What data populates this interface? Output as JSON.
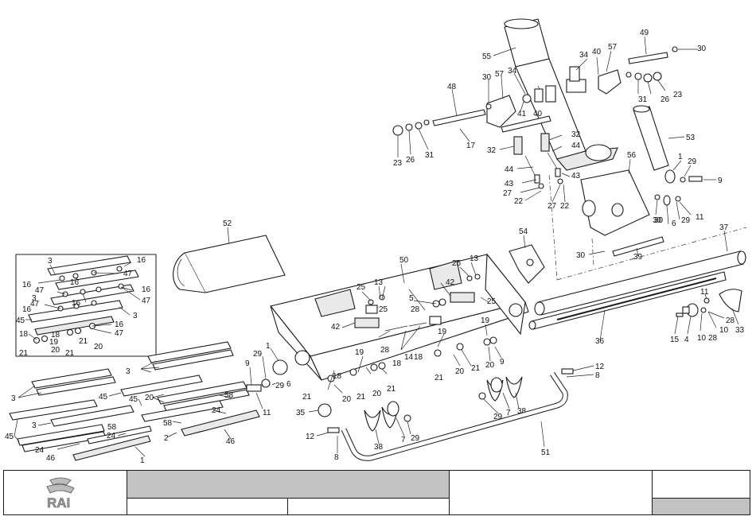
{
  "callouts": {
    "c55": "55",
    "c49": "49",
    "c30a": "30",
    "c57a": "57",
    "c40a": "40",
    "c34a": "34",
    "c30b": "30",
    "c57b": "57",
    "c34b": "34",
    "c41": "41",
    "c40b": "40",
    "c31a": "31",
    "c26a": "26",
    "c23a": "23",
    "c48": "48",
    "c17": "17",
    "c23b": "23",
    "c26b": "26",
    "c31b": "31",
    "c53": "53",
    "c32a": "32",
    "c32b": "32",
    "c44a": "44",
    "c44b": "44",
    "c43a": "43",
    "c43b": "43",
    "c27a": "27",
    "c27b": "27",
    "c22a": "22",
    "c22b": "22",
    "c56": "56",
    "c1a": "1",
    "c29a": "29",
    "c9a": "9",
    "c29b": "29",
    "c11a": "11",
    "c6a": "6",
    "c30c": "30",
    "c37": "37",
    "c30d": "30",
    "c39": "39",
    "c52": "52",
    "c54": "54",
    "c50": "50",
    "c25a": "25",
    "c13a": "13",
    "c25b": "25",
    "c13b": "13",
    "c42a": "42",
    "c42b": "42",
    "c25c": "25",
    "c25d": "25",
    "c5": "5",
    "c28a": "28",
    "c28b": "28",
    "c14": "14",
    "c18a": "18",
    "c19a": "19",
    "c19b": "19",
    "c18b": "18",
    "c19c": "19",
    "c21a": "21",
    "c21b": "21",
    "c20a": "20",
    "c20b": "20",
    "c21c": "21",
    "c21d": "21",
    "c20c": "20",
    "c21e": "21",
    "c20d": "20",
    "c18c": "18",
    "c36": "36",
    "c33": "33",
    "c15": "15",
    "c4": "4",
    "c10a": "10",
    "c28c": "28",
    "c10b": "10",
    "c28d": "28",
    "c12a": "12",
    "c8a": "8",
    "c51": "51",
    "c7a": "7",
    "c38a": "38",
    "c29c": "29",
    "c7b": "7",
    "c38b": "38",
    "c29d": "29",
    "c12b": "12",
    "c8b": "8",
    "c35": "35",
    "c11b": "11",
    "c29e": "29",
    "c6b": "6",
    "c9b": "9",
    "c1b": "1",
    "c2": "2",
    "c58a": "58",
    "c24a": "24",
    "c58b": "58",
    "c24b": "24",
    "c46a": "46",
    "c46b": "46",
    "c45a": "45",
    "c45b": "45",
    "c45c": "45",
    "c3a": "3",
    "c3b": "3",
    "c3c": "3",
    "c58c": "58",
    "c24c": "24",
    "c20e": "20",
    "i3a": "3",
    "i16a": "16",
    "i16b": "16",
    "i16c": "16",
    "i47a": "47",
    "i47b": "47",
    "i47c": "47",
    "i16d": "16",
    "i3b": "3",
    "i16e": "16",
    "i16f": "16",
    "i47d": "47",
    "i3c": "3",
    "i45": "45",
    "i18a": "18",
    "i18b": "18",
    "i19": "19",
    "i20a": "20",
    "i20b": "20",
    "i21a": "21",
    "i21b": "21",
    "i21c": "21",
    "i16g": "16",
    "i47e": "47"
  },
  "logo": {
    "text": "RAI"
  },
  "colors": {
    "title_block_fill": "#c2c2c2",
    "line": "#1a1a1a"
  }
}
